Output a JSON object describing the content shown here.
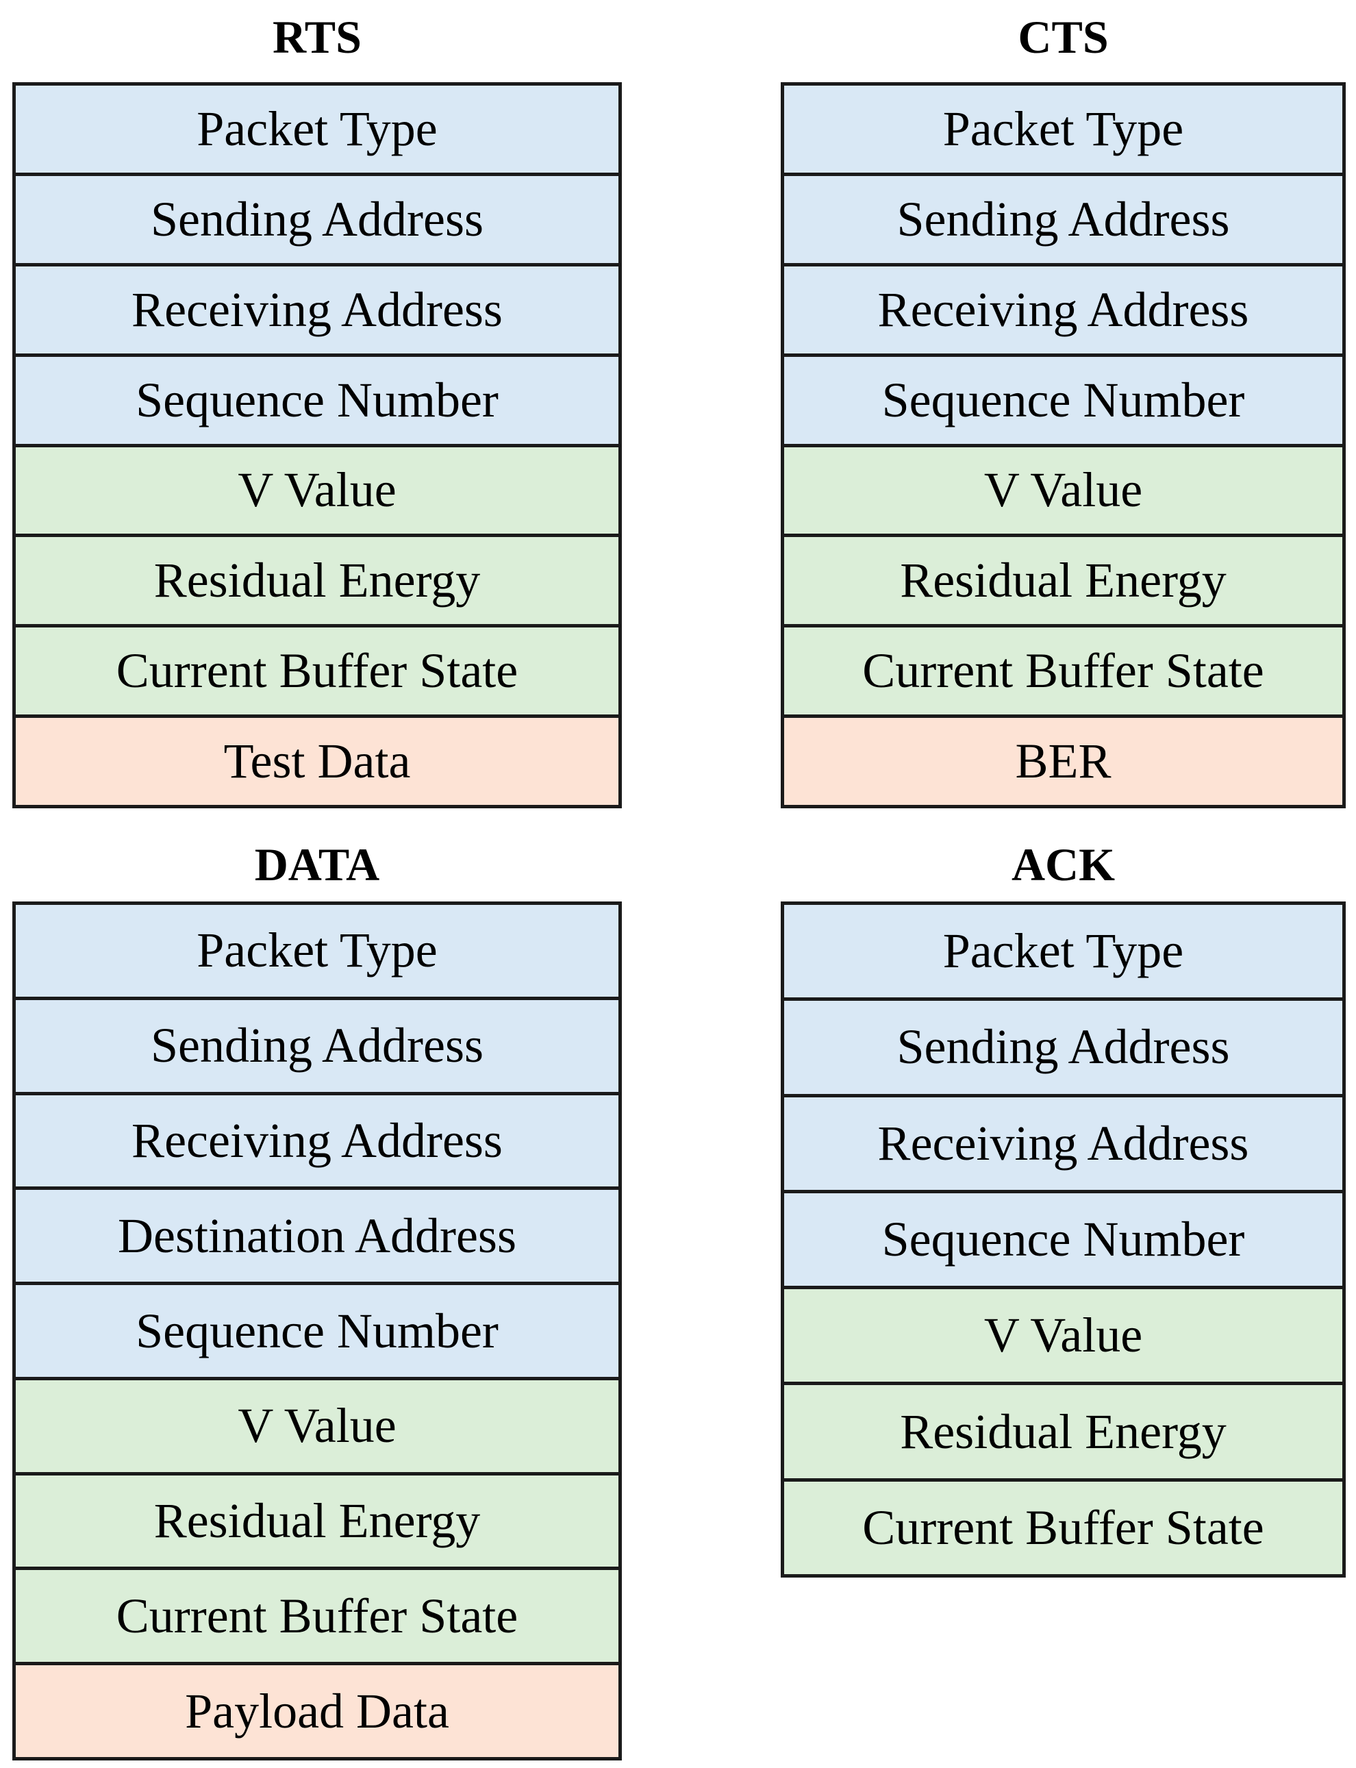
{
  "packets": {
    "rts": {
      "title": "RTS",
      "fields": [
        {
          "label": "Packet Type",
          "group": "blue"
        },
        {
          "label": "Sending Address",
          "group": "blue"
        },
        {
          "label": "Receiving Address",
          "group": "blue"
        },
        {
          "label": "Sequence Number",
          "group": "blue"
        },
        {
          "label": "V Value",
          "group": "green"
        },
        {
          "label": "Residual Energy",
          "group": "green"
        },
        {
          "label": "Current Buffer State",
          "group": "green"
        },
        {
          "label": "Test Data",
          "group": "orange"
        }
      ]
    },
    "cts": {
      "title": "CTS",
      "fields": [
        {
          "label": "Packet Type",
          "group": "blue"
        },
        {
          "label": "Sending Address",
          "group": "blue"
        },
        {
          "label": "Receiving Address",
          "group": "blue"
        },
        {
          "label": "Sequence Number",
          "group": "blue"
        },
        {
          "label": "V Value",
          "group": "green"
        },
        {
          "label": "Residual Energy",
          "group": "green"
        },
        {
          "label": "Current Buffer State",
          "group": "green"
        },
        {
          "label": "BER",
          "group": "orange"
        }
      ]
    },
    "data": {
      "title": "DATA",
      "fields": [
        {
          "label": "Packet Type",
          "group": "blue"
        },
        {
          "label": "Sending Address",
          "group": "blue"
        },
        {
          "label": "Receiving Address",
          "group": "blue"
        },
        {
          "label": "Destination Address",
          "group": "blue"
        },
        {
          "label": "Sequence Number",
          "group": "blue"
        },
        {
          "label": "V Value",
          "group": "green"
        },
        {
          "label": "Residual Energy",
          "group": "green"
        },
        {
          "label": "Current Buffer State",
          "group": "green"
        },
        {
          "label": "Payload Data",
          "group": "orange"
        }
      ]
    },
    "ack": {
      "title": "ACK",
      "fields": [
        {
          "label": "Packet Type",
          "group": "blue"
        },
        {
          "label": "Sending Address",
          "group": "blue"
        },
        {
          "label": "Receiving Address",
          "group": "blue"
        },
        {
          "label": "Sequence Number",
          "group": "blue"
        },
        {
          "label": "V Value",
          "group": "green"
        },
        {
          "label": "Residual Energy",
          "group": "green"
        },
        {
          "label": "Current Buffer State",
          "group": "green"
        }
      ]
    }
  },
  "colors": {
    "blue": "#d9e8f5",
    "green": "#dbeed8",
    "orange": "#fde3d5",
    "border": "#1a1a1a"
  }
}
